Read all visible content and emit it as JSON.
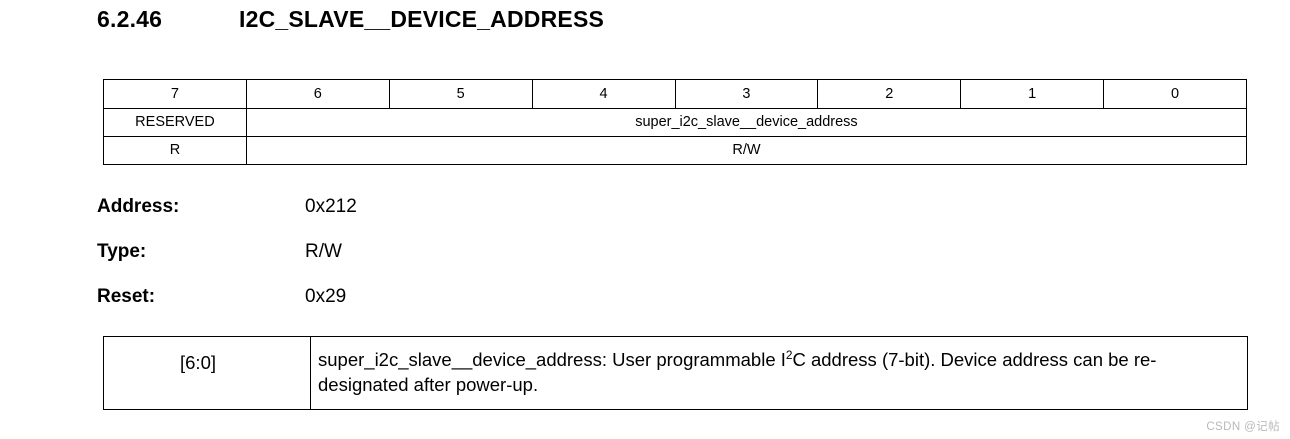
{
  "heading": {
    "section_number": "6.2.46",
    "title": "I2C_SLAVE__DEVICE_ADDRESS"
  },
  "bitfield_table": {
    "bit_numbers": [
      "7",
      "6",
      "5",
      "4",
      "3",
      "2",
      "1",
      "0"
    ],
    "field_names": {
      "reserved": "RESERVED",
      "field": "super_i2c_slave__device_address"
    },
    "access": {
      "reserved": "R",
      "field": "R/W"
    }
  },
  "properties": [
    {
      "label": "Address:",
      "value": "0x212"
    },
    {
      "label": "Type:",
      "value": "R/W"
    },
    {
      "label": "Reset:",
      "value": "0x29"
    }
  ],
  "description_table": {
    "bits": "[6:0]",
    "text_before_sup": "super_i2c_slave__device_address: User programmable I",
    "sup": "2",
    "text_after_sup": "C address (7-bit). Device address can be re-designated after power-up."
  },
  "watermark": "CSDN @记帖"
}
